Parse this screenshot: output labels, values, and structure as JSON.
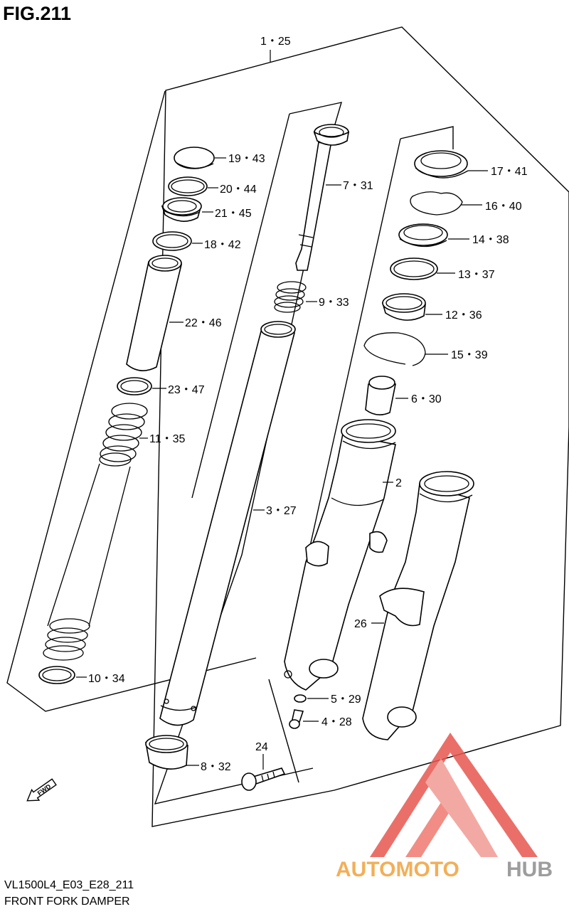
{
  "figure": {
    "title": "FIG.211",
    "model_code": "VL1500L4_E03_E28_211",
    "caption": "FRONT FORK DAMPER"
  },
  "callouts": [
    {
      "id": "c1",
      "text": "1・25"
    },
    {
      "id": "c19",
      "text": "19・43"
    },
    {
      "id": "c20",
      "text": "20・44"
    },
    {
      "id": "c21",
      "text": "21・45"
    },
    {
      "id": "c18",
      "text": "18・42"
    },
    {
      "id": "c22",
      "text": "22・46"
    },
    {
      "id": "c23",
      "text": "23・47"
    },
    {
      "id": "c11",
      "text": "11・35"
    },
    {
      "id": "c10",
      "text": "10・34"
    },
    {
      "id": "c7",
      "text": "7・31"
    },
    {
      "id": "c9",
      "text": "9・33"
    },
    {
      "id": "c3",
      "text": "3・27"
    },
    {
      "id": "c8",
      "text": "8・32"
    },
    {
      "id": "c24",
      "text": "24"
    },
    {
      "id": "c17",
      "text": "17・41"
    },
    {
      "id": "c16",
      "text": "16・40"
    },
    {
      "id": "c14",
      "text": "14・38"
    },
    {
      "id": "c13",
      "text": "13・37"
    },
    {
      "id": "c12",
      "text": "12・36"
    },
    {
      "id": "c15",
      "text": "15・39"
    },
    {
      "id": "c6",
      "text": "6・30"
    },
    {
      "id": "c2",
      "text": "2"
    },
    {
      "id": "c26",
      "text": "26"
    },
    {
      "id": "c5",
      "text": "5・29"
    },
    {
      "id": "c4",
      "text": "4・28"
    }
  ],
  "fwd_marker": "FWD",
  "watermark": {
    "text_red": "AUTOMOTO",
    "text_gray": "HUB",
    "red": "#e8574f",
    "orange": "#f0a23b",
    "gray": "#8c8c8c"
  }
}
